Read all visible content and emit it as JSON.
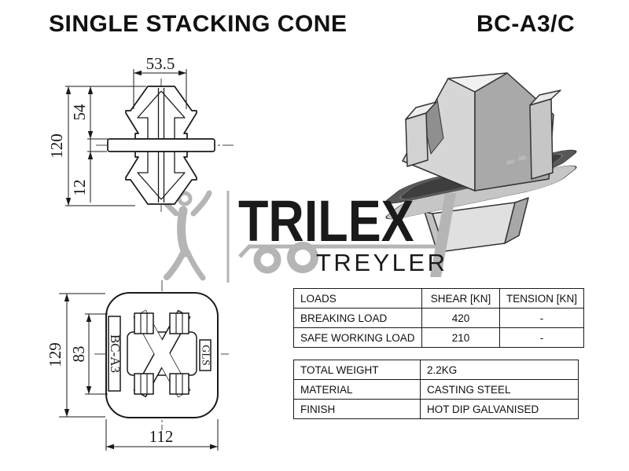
{
  "header": {
    "title": "SINGLE STACKING CONE",
    "model": "BC-A3/C"
  },
  "front_view": {
    "dims": {
      "top_width": "53.5",
      "overall_height": "120",
      "upper_height": "54",
      "flange_thickness": "12"
    }
  },
  "plan_view": {
    "dims": {
      "overall_height": "129",
      "inner_height": "83",
      "width": "112"
    },
    "label_left": "BC-A3",
    "label_right": "GLS"
  },
  "watermark": {
    "brand": "TRILEX",
    "subbrand": "TREYLER"
  },
  "tables": {
    "loads": {
      "headers": [
        "LOADS",
        "SHEAR [KN]",
        "TENSION [KN]"
      ],
      "rows": [
        [
          "BREAKING LOAD",
          "420",
          "-"
        ],
        [
          "SAFE WORKING LOAD",
          "210",
          "-"
        ]
      ]
    },
    "specs": {
      "rows": [
        [
          "TOTAL WEIGHT",
          "2.2KG"
        ],
        [
          "MATERIAL",
          "CASTING STEEL"
        ],
        [
          "FINISH",
          "HOT DIP GALVANISED"
        ]
      ]
    }
  },
  "colors": {
    "drawing_line": "#1a1a1a",
    "watermark_gray": "#b5b5b5",
    "plate_dark": "#4a4a4a",
    "metal_light": "#d6d6d6",
    "background": "#ffffff"
  }
}
